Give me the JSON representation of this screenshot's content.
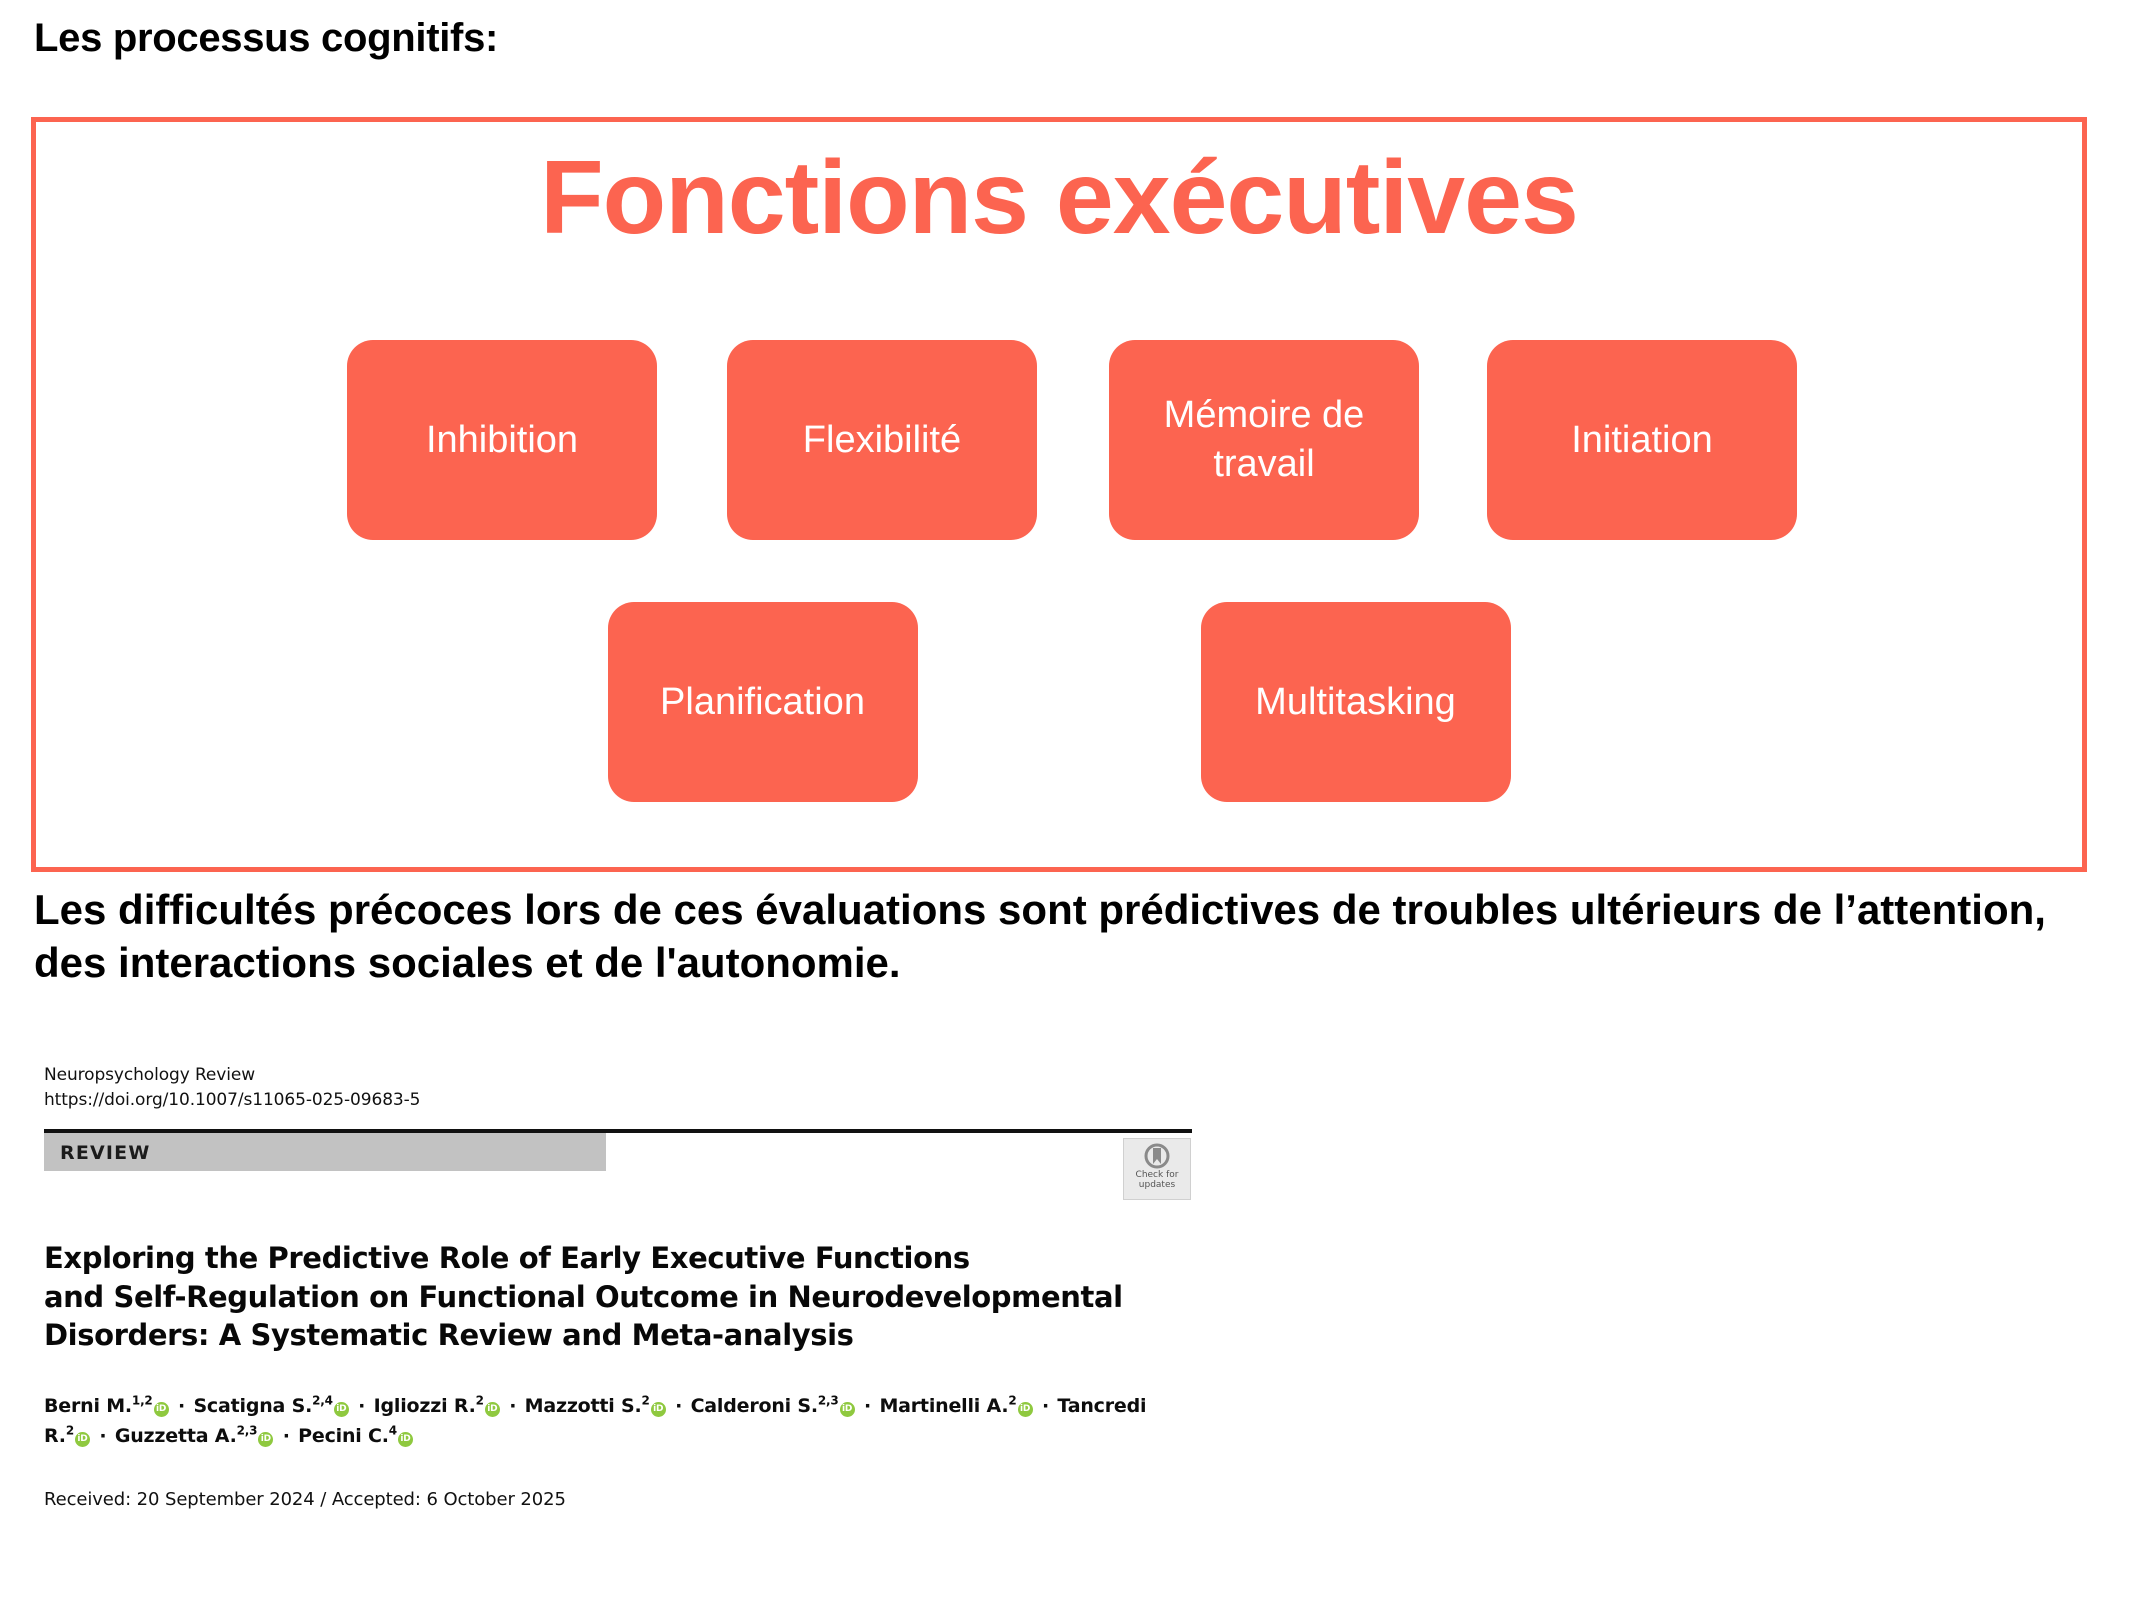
{
  "slide": {
    "title": "Les processus cognitifs:",
    "caption": "Les difficultés précoces lors de ces évaluations sont prédictives de troubles ultérieurs de l’attention, des interactions sociales et de l'autonomie."
  },
  "diagram": {
    "heading": "Fonctions exécutives",
    "frame_color": "#FC6450",
    "card_color": "#FC6450",
    "card_text_color": "#FFFFFF",
    "row_one": [
      {
        "label": "Inhibition"
      },
      {
        "label": "Flexibilité"
      },
      {
        "label": "Mémoire de travail"
      },
      {
        "label": "Initiation"
      }
    ],
    "row_two": [
      {
        "label": "Planification"
      },
      {
        "label": "Multitasking"
      }
    ]
  },
  "paper": {
    "journal": "Neuropsychology Review",
    "doi": "https://doi.org/10.1007/s11065-025-09683-5",
    "article_type": "REVIEW",
    "check_updates_line1": "Check for",
    "check_updates_line2": "updates",
    "title_line1": "Exploring the Predictive Role of Early Executive Functions",
    "title_line2": "and Self-Regulation on Functional Outcome in Neurodevelopmental",
    "title_line3": "Disorders: A Systematic Review and Meta-analysis",
    "orcid_glyph": "iD",
    "authors": [
      {
        "name": "Berni M.",
        "affil": "1,2",
        "orcid": true
      },
      {
        "name": "Scatigna S.",
        "affil": "2,4",
        "orcid": true
      },
      {
        "name": "Igliozzi R.",
        "affil": "2",
        "orcid": true
      },
      {
        "name": "Mazzotti S.",
        "affil": "2",
        "orcid": true
      },
      {
        "name": "Calderoni S.",
        "affil": "2,3",
        "orcid": true
      },
      {
        "name": "Martinelli A.",
        "affil": "2",
        "orcid": true
      },
      {
        "name": "Tancredi R.",
        "affil": "2",
        "orcid": true
      },
      {
        "name": "Guzzetta A.",
        "affil": "2,3",
        "orcid": true
      },
      {
        "name": "Pecini C.",
        "affil": "4",
        "orcid": true
      }
    ],
    "dates": "Received: 20 September 2024 / Accepted: 6 October 2025"
  }
}
